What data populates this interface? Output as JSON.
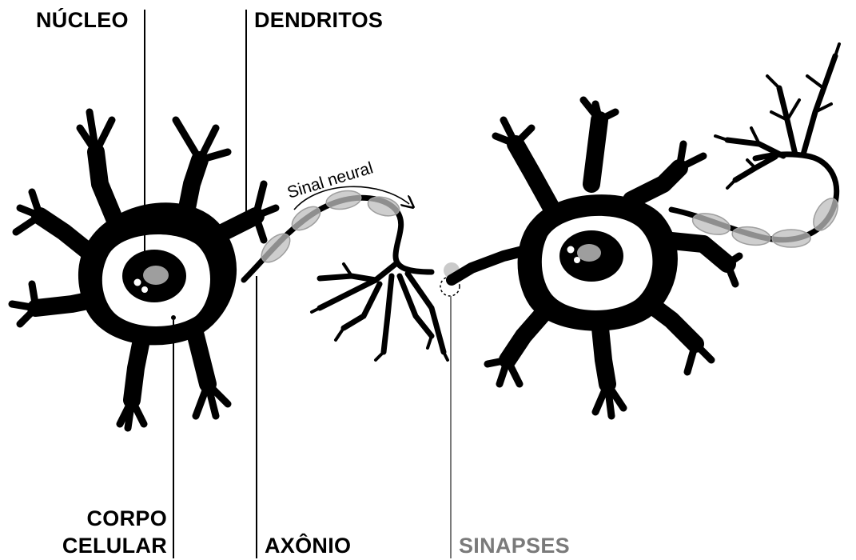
{
  "labels": {
    "nucleus": "NÚCLEO",
    "dendrites": "DENDRITOS",
    "cell_body_line1": "CORPO",
    "cell_body_line2": "CELULAR",
    "axon": "AXÔNIO",
    "synapses": "SINAPSES",
    "signal": "Sinal neural"
  },
  "colors": {
    "ink": "#000000",
    "signal_pulse": "#bdbdbd",
    "nucleolus": "#9e9e9e",
    "synapses_label": "#7a7a7a"
  },
  "icons": [
    "neuron-left",
    "neuron-right",
    "signal-arrow"
  ]
}
